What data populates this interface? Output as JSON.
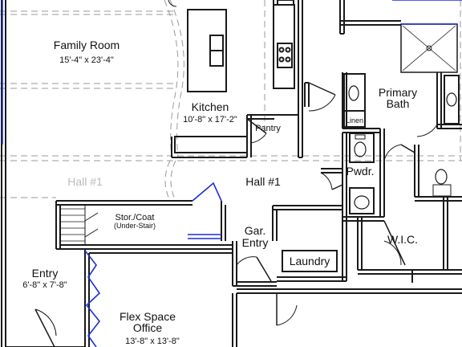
{
  "rooms": {
    "family_room": {
      "name": "Family Room",
      "dims": "15'-4\" x 23'-4\""
    },
    "kitchen": {
      "name": "Kitchen",
      "dims": "10'-8\" x 17'-2\""
    },
    "pantry": {
      "name": "Pantry"
    },
    "hall_1": {
      "name": "Hall #1"
    },
    "hall_1_faded": {
      "name": "Hall #1"
    },
    "stor_coat": {
      "name": "Stor./Coat",
      "note": "(Under-Stair)"
    },
    "gar_entry": {
      "name_line1": "Gar.",
      "name_line2": "Entry"
    },
    "laundry": {
      "name": "Laundry"
    },
    "entry": {
      "name": "Entry",
      "dims": "6'-8\" x 7'-8\""
    },
    "flex_space": {
      "name_line1": "Flex Space",
      "name_line2": "Office",
      "dims": "13'-8\" x 13'-8\""
    },
    "primary_bath": {
      "name_line1": "Primary",
      "name_line2": "Bath"
    },
    "linen": {
      "name": "Linen"
    },
    "powder": {
      "name": "Pwdr."
    },
    "wic": {
      "name": "W.I.C."
    }
  },
  "colors": {
    "wall": "#1a1a1a",
    "dashed": "#9a9a9a",
    "door_accent": "#1a2fd6",
    "background": "#ffffff"
  }
}
